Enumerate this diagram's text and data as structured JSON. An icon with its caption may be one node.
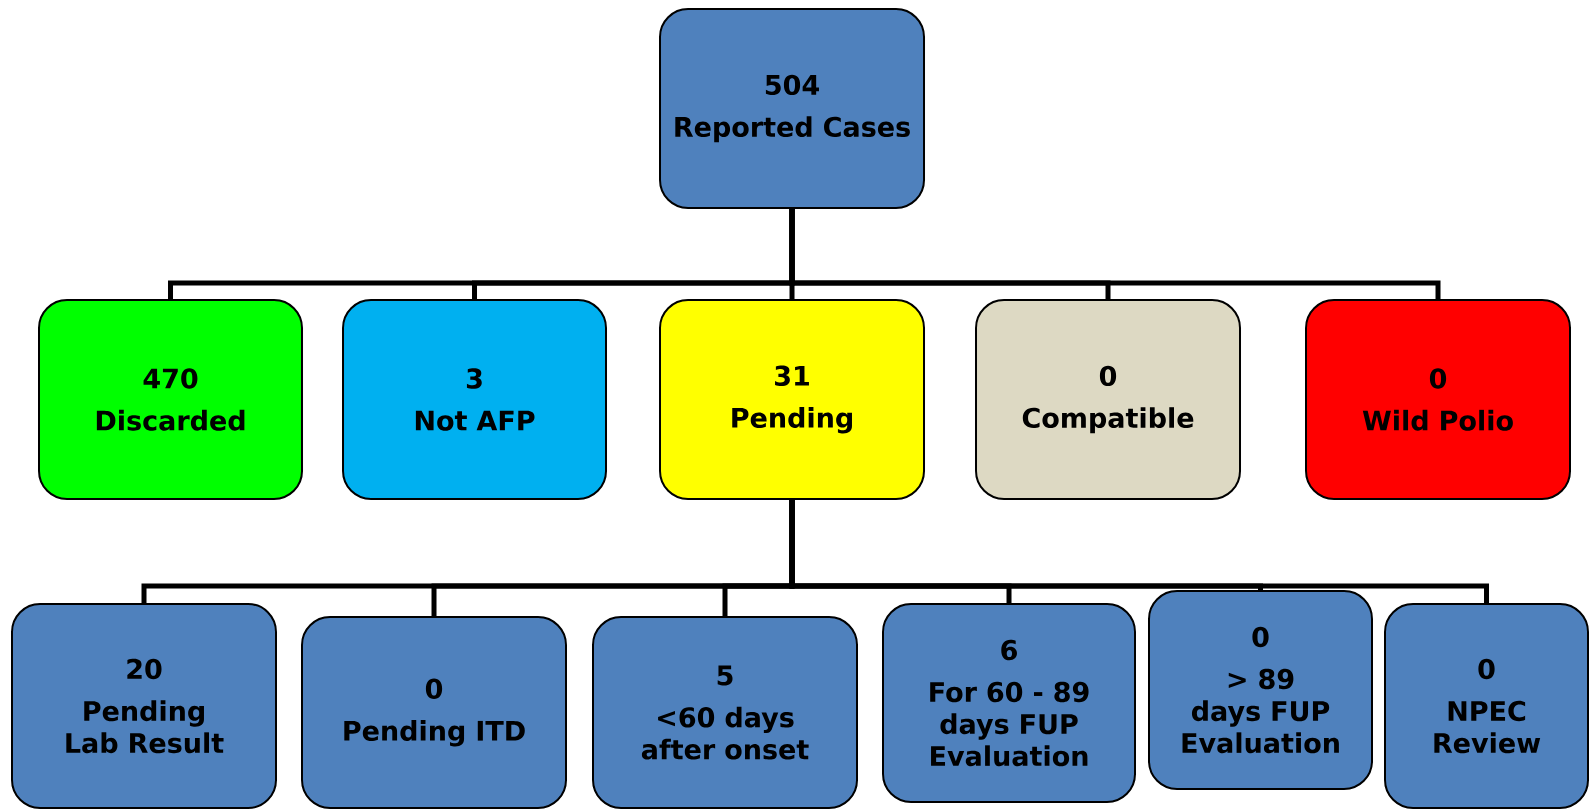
{
  "diagram": {
    "nodes": [
      {
        "text": [
          "504",
          "Reported Cases"
        ]
      },
      {
        "text": [
          "470",
          "Discarded"
        ]
      },
      {
        "text": [
          "3",
          "Not AFP"
        ]
      },
      {
        "text": [
          "31",
          "Pending"
        ]
      },
      {
        "text": [
          "0",
          "Compatible"
        ]
      },
      {
        "text": [
          "0",
          "Wild Polio"
        ]
      },
      {
        "text": [
          "20",
          "Pending Lab Result"
        ]
      },
      {
        "text": [
          "0",
          "Pending ITD"
        ]
      },
      {
        "text": [
          "5",
          "<60 days after onset"
        ]
      },
      {
        "text": [
          "6",
          "For 60 - 89 days FUP Evaluation"
        ]
      },
      {
        "text": [
          "0",
          "> 89 days FUP Evaluation"
        ]
      },
      {
        "text": [
          "0",
          "NPEC Review"
        ]
      }
    ],
    "edges": [
      {
        "from": 0,
        "to": 1,
        "arrow": "none"
      },
      {
        "from": 0,
        "to": 2,
        "arrow": "none"
      },
      {
        "from": 0,
        "to": 3,
        "arrow": "none"
      },
      {
        "from": 0,
        "to": 4,
        "arrow": "none"
      },
      {
        "from": 0,
        "to": 5,
        "arrow": "none"
      },
      {
        "from": 3,
        "to": 6,
        "arrow": "none"
      },
      {
        "from": 3,
        "to": 7,
        "arrow": "none"
      },
      {
        "from": 3,
        "to": 8,
        "arrow": "none"
      },
      {
        "from": 3,
        "to": 9,
        "arrow": "none"
      },
      {
        "from": 3,
        "to": 10,
        "arrow": "none"
      },
      {
        "from": 3,
        "to": 11,
        "arrow": "none"
      }
    ]
  }
}
